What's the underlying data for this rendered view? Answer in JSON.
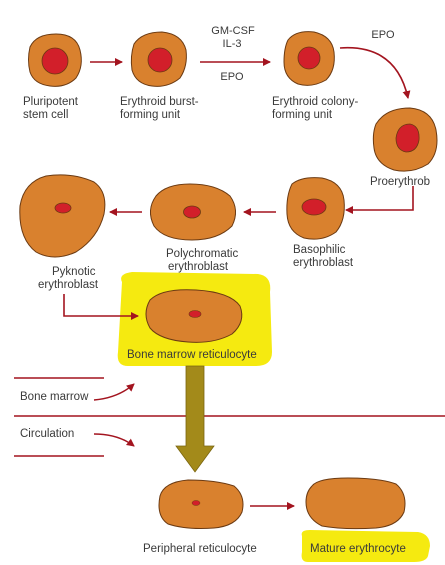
{
  "colors": {
    "cell_fill": "#d9812e",
    "cell_stroke": "#6b3a12",
    "nucleus_red": "#d21f2a",
    "arrow_red": "#a3141f",
    "highlight_yellow": "#f5ea10",
    "down_arrow_olive": "#a38a1a",
    "text": "#3a3a3a"
  },
  "stages": {
    "pluripotent": [
      "Pluripotent",
      "stem cell"
    ],
    "bfu": [
      "Erythroid burst-",
      "forming unit"
    ],
    "cfu": [
      "Erythroid colony-",
      "forming unit"
    ],
    "proerythroblast": [
      "Proerythrob"
    ],
    "basophilic": [
      "Basophilic",
      "erythroblast"
    ],
    "polychromatic": [
      "Polychromatic",
      "erythroblast"
    ],
    "pyknotic": [
      "Pyknotic",
      "erythroblast"
    ],
    "bone_marrow_reticulocyte": "Bone marrow reticulocyte",
    "peripheral_reticulocyte": "Peripheral reticulocyte",
    "mature_erythrocyte": "Mature erythrocyte"
  },
  "factors": {
    "bfu_to_cfu": [
      "GM-CSF",
      "IL-3",
      "EPO"
    ],
    "cfu_to_pro": "EPO"
  },
  "compartments": {
    "bone_marrow": "Bone marrow",
    "circulation": "Circulation"
  }
}
